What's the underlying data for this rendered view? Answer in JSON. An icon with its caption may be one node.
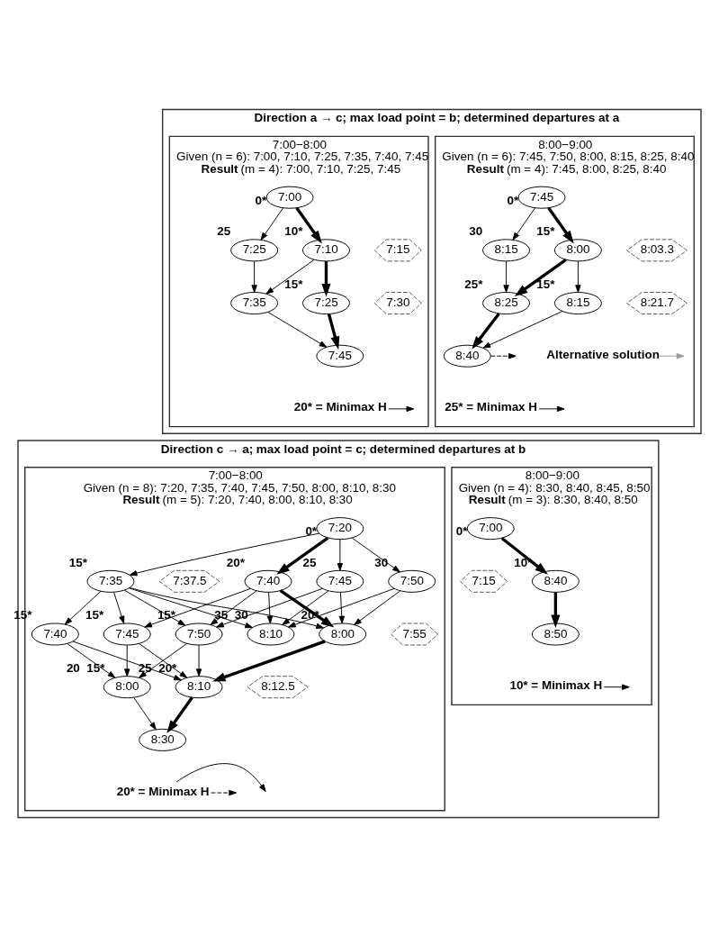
{
  "diagram": {
    "nodes": [
      {
        "text": [
          "Direction a → c; max load point = b; determined departures at a"
        ]
      },
      {
        "text": [
          "7:00−8:00",
          "Given (n = 6): 7:00, 7:10, 7:25, 7:35, 7:40, 7:45",
          "**Result** (m = 4): 7:00, 7:10, 7:25, 7:45"
        ],
        "in": 0
      },
      {
        "text": [
          "7:00"
        ],
        "beside": [
          "0*"
        ],
        "in": 1
      },
      {
        "text": [
          "7:10"
        ],
        "beside": [
          "10*"
        ],
        "in": 1
      },
      {
        "text": [
          "7:15"
        ],
        "in": 1
      },
      {
        "text": [
          "7:25"
        ],
        "beside": [
          "25"
        ],
        "in": 1
      },
      {
        "text": [
          "7:25"
        ],
        "beside": [
          "15*"
        ],
        "in": 1
      },
      {
        "text": [
          "7:30"
        ],
        "in": 1
      },
      {
        "text": [
          "7:35"
        ],
        "in": 1
      },
      {
        "text": [
          "7:45"
        ],
        "in": 1
      },
      {
        "text": [
          "20* = Minimax H"
        ],
        "in": 1
      },
      {
        "text": [
          "8:00−9:00",
          "Given (n = 6): 7:45, 7:50, 8:00, 8:15, 8:25, 8:40",
          "**Result** (m = 4): 7:45, 8:00, 8:25, 8:40"
        ],
        "in": 0
      },
      {
        "text": [
          "7:45"
        ],
        "beside": [
          "0*"
        ],
        "in": 11
      },
      {
        "text": [
          "8:00"
        ],
        "beside": [
          "15*"
        ],
        "in": 11
      },
      {
        "text": [
          "8:03.3"
        ],
        "in": 11
      },
      {
        "text": [
          "8:15"
        ],
        "beside": [
          "30"
        ],
        "in": 11
      },
      {
        "text": [
          "8:15"
        ],
        "beside": [
          "15*"
        ],
        "in": 11
      },
      {
        "text": [
          "8:21.7"
        ],
        "in": 11
      },
      {
        "text": [
          "8:25"
        ],
        "beside": [
          "25*"
        ],
        "in": 11
      },
      {
        "text": [
          "8:40"
        ],
        "in": 11
      },
      {
        "text": [
          "Alternative solution"
        ],
        "in": 11
      },
      {
        "text": [
          "25* = Minimax H"
        ],
        "in": 11
      },
      {
        "text": [
          "Direction c → a; max load point = c; determined departures at b"
        ]
      },
      {
        "text": [
          "7:00−8:00",
          "Given (n = 8): 7:20, 7:35, 7:40, 7:45, 7:50, 8:00, 8:10, 8:30",
          "**Result** (m = 5): 7:20, 7:40, 8:00, 8:10, 8:30"
        ],
        "in": 22
      },
      {
        "text": [
          "7:20"
        ],
        "beside": [
          "0*"
        ],
        "in": 23
      },
      {
        "text": [
          "7:35"
        ],
        "beside": [
          "15*"
        ],
        "in": 23
      },
      {
        "text": [
          "7:37.5"
        ],
        "in": 23
      },
      {
        "text": [
          "7:40"
        ],
        "beside": [
          "20*"
        ],
        "in": 23
      },
      {
        "text": [
          "7:45"
        ],
        "beside": [
          "25"
        ],
        "in": 23
      },
      {
        "text": [
          "7:50"
        ],
        "beside": [
          "30"
        ],
        "in": 23
      },
      {
        "text": [
          "7:40"
        ],
        "beside": [
          "15*"
        ],
        "in": 23
      },
      {
        "text": [
          "7:45"
        ],
        "beside": [
          "15*"
        ],
        "in": 23
      },
      {
        "text": [
          "7:50"
        ],
        "beside": [
          "15*"
        ],
        "in": 23
      },
      {
        "text": [
          "7:55"
        ],
        "in": 23
      },
      {
        "text": [
          "8:00"
        ],
        "beside": [
          "20*"
        ],
        "in": 23
      },
      {
        "text": [
          "8:10"
        ],
        "beside": [
          "35",
          "30"
        ],
        "in": 23
      },
      {
        "text": [
          "8:00"
        ],
        "beside": [
          "20",
          "15*"
        ],
        "in": 23
      },
      {
        "text": [
          "8:10"
        ],
        "beside": [
          "25",
          "20*"
        ],
        "in": 23
      },
      {
        "text": [
          "8:12.5"
        ],
        "in": 23
      },
      {
        "text": [
          "8:30"
        ],
        "in": 23
      },
      {
        "text": [
          "20* = Minimax H"
        ],
        "in": 23
      },
      {
        "text": [
          "8:00−9:00",
          "Given (n = 4): 8:30, 8:40, 8:45, 8:50",
          "**Result** (m = 3): 8:30, 8:40, 8:50"
        ],
        "in": 22
      },
      {
        "text": [
          "7:00"
        ],
        "beside": [
          "0*"
        ],
        "in": 41
      },
      {
        "text": [
          "7:15"
        ],
        "in": 41
      },
      {
        "text": [
          "8:40"
        ],
        "beside": [
          "10*"
        ],
        "in": 41
      },
      {
        "text": [
          "8:50"
        ],
        "in": 41
      },
      {
        "text": [
          "10* = Minimax H"
        ],
        "in": 41
      }
    ],
    "edges": [
      {
        "from": 2,
        "to": 3,
        "arrow": "to",
        "style": "thick"
      },
      {
        "from": 2,
        "to": 5,
        "arrow": "to"
      },
      {
        "from": 3,
        "to": 6,
        "arrow": "to",
        "style": "thick"
      },
      {
        "from": 3,
        "to": 8,
        "arrow": "to"
      },
      {
        "from": 5,
        "to": 8,
        "arrow": "to"
      },
      {
        "from": 6,
        "to": 9,
        "arrow": "to",
        "style": "thick"
      },
      {
        "from": 8,
        "to": 9,
        "arrow": "to"
      },
      {
        "from": 10,
        "to": null,
        "arrow": "to"
      },
      {
        "from": 12,
        "to": 13,
        "arrow": "to",
        "style": "thick"
      },
      {
        "from": 12,
        "to": 15,
        "arrow": "to"
      },
      {
        "from": 13,
        "to": 16,
        "arrow": "to"
      },
      {
        "from": 13,
        "to": 18,
        "arrow": "to",
        "style": "thick"
      },
      {
        "from": 15,
        "to": 18,
        "arrow": "to"
      },
      {
        "from": 16,
        "to": 19,
        "arrow": "to"
      },
      {
        "from": 18,
        "to": 19,
        "arrow": "to",
        "style": "thick"
      },
      {
        "from": 19,
        "to": null,
        "arrow": "to",
        "style": "dashed"
      },
      {
        "from": 20,
        "to": null,
        "arrow": "to",
        "color": "#999999"
      },
      {
        "from": 21,
        "to": null,
        "arrow": "to"
      },
      {
        "from": 24,
        "to": 25,
        "arrow": "to"
      },
      {
        "from": 24,
        "to": 27,
        "arrow": "to",
        "style": "thick"
      },
      {
        "from": 24,
        "to": 28,
        "arrow": "to"
      },
      {
        "from": 24,
        "to": 29,
        "arrow": "to"
      },
      {
        "from": 25,
        "to": 30,
        "arrow": "to"
      },
      {
        "from": 25,
        "to": 31,
        "arrow": "to"
      },
      {
        "from": 25,
        "to": 32,
        "arrow": "to"
      },
      {
        "from": 25,
        "to": 34,
        "arrow": "to"
      },
      {
        "from": 25,
        "to": 35,
        "arrow": "to"
      },
      {
        "from": 27,
        "to": 31,
        "arrow": "to"
      },
      {
        "from": 27,
        "to": 32,
        "arrow": "to"
      },
      {
        "from": 27,
        "to": 34,
        "arrow": "to",
        "style": "thick"
      },
      {
        "from": 27,
        "to": 35,
        "arrow": "to"
      },
      {
        "from": 28,
        "to": 32,
        "arrow": "to"
      },
      {
        "from": 28,
        "to": 34,
        "arrow": "to"
      },
      {
        "from": 28,
        "to": 35,
        "arrow": "to"
      },
      {
        "from": 29,
        "to": 34,
        "arrow": "to"
      },
      {
        "from": 29,
        "to": 35,
        "arrow": "to"
      },
      {
        "from": 30,
        "to": 36,
        "arrow": "to"
      },
      {
        "from": 30,
        "to": 37,
        "arrow": "to"
      },
      {
        "from": 31,
        "to": 36,
        "arrow": "to"
      },
      {
        "from": 31,
        "to": 37,
        "arrow": "to"
      },
      {
        "from": 32,
        "to": 36,
        "arrow": "to"
      },
      {
        "from": 32,
        "to": 37,
        "arrow": "to"
      },
      {
        "from": 34,
        "to": 37,
        "arrow": "to",
        "style": "thick"
      },
      {
        "from": 36,
        "to": 39,
        "arrow": "to"
      },
      {
        "from": 37,
        "to": 39,
        "arrow": "to",
        "style": "thick"
      },
      {
        "from": 40,
        "to": null,
        "arrow": "to"
      },
      {
        "from": 40,
        "to": null,
        "arrow": "to",
        "style": "dashed"
      },
      {
        "from": 42,
        "to": 44,
        "arrow": "to",
        "style": "thick"
      },
      {
        "from": 44,
        "to": 45,
        "arrow": "to",
        "style": "thick"
      },
      {
        "from": 46,
        "to": null,
        "arrow": "to"
      }
    ]
  }
}
